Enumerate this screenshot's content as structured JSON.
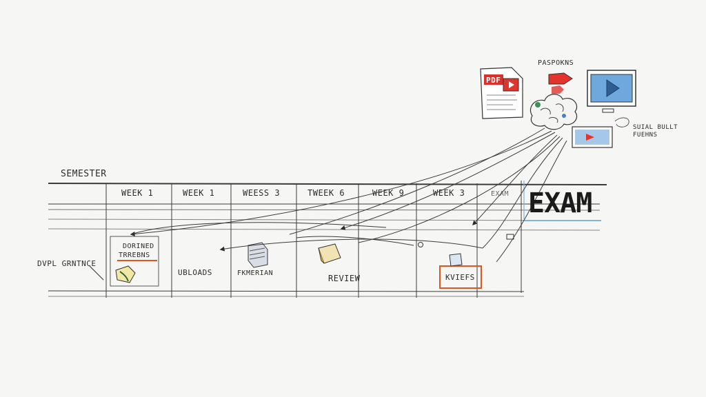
{
  "semester_label": "SEMESTER",
  "weeks": [
    "WEEK 1",
    "WEEK 1",
    "WEESS 3",
    "TWEEK 6",
    "WEEK 9",
    "WEEK 3",
    "EXAM"
  ],
  "exam_label": "EXAM",
  "row_labels": [
    "DVPL GRNTNCE"
  ],
  "cards": [
    {
      "label_lines": [
        "DORINED",
        "TRREBNS"
      ],
      "accent": "#e2541f"
    },
    {
      "label_lines": [
        "UBLOADS"
      ]
    },
    {
      "label_lines": [
        "FKMERIAN"
      ]
    },
    {
      "label_lines": [
        "REVIEW"
      ]
    },
    {
      "label_lines": [
        "KVIEFS"
      ],
      "accent": "#e2541f"
    }
  ],
  "resources": {
    "top_label": "PASPOKNS",
    "side_label_lines": [
      "SUIAL BULLT",
      "FUEHNS"
    ],
    "pdf_label": "PDF"
  },
  "colors": {
    "ink": "#2b2b2b",
    "pdf_red": "#d9302c",
    "video_red": "#e2342d",
    "screen_blue": "#6fa8dc",
    "highlight_orange": "#e2541f",
    "exam_underline": "#7fb3e0"
  }
}
